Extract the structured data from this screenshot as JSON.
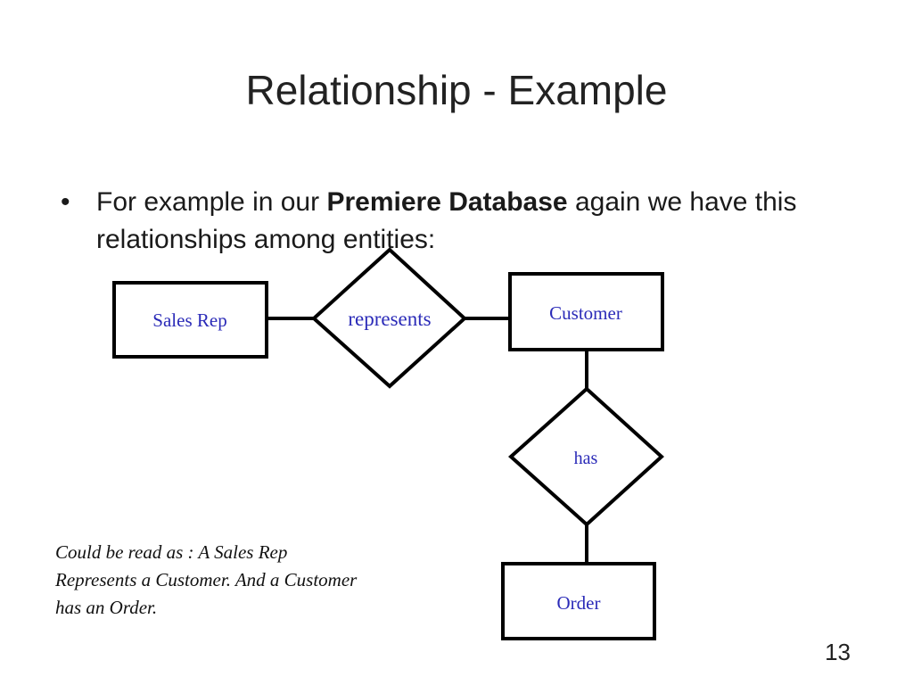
{
  "slide": {
    "title": "Relationship - Example",
    "bullet": {
      "marker": "•",
      "text_before": "For example in our ",
      "text_bold": "Premiere Database",
      "text_after": " again we have this relationships among entities:"
    },
    "diagram": {
      "entities": {
        "sales_rep": "Sales Rep",
        "customer": "Customer",
        "order": "Order"
      },
      "relationships": {
        "represents": "represents",
        "has": "has"
      },
      "label_color": "#2b2bb8"
    },
    "note": "Could be read as : A Sales Rep Represents a Customer. And a Customer has an Order.",
    "page_number": "13"
  }
}
